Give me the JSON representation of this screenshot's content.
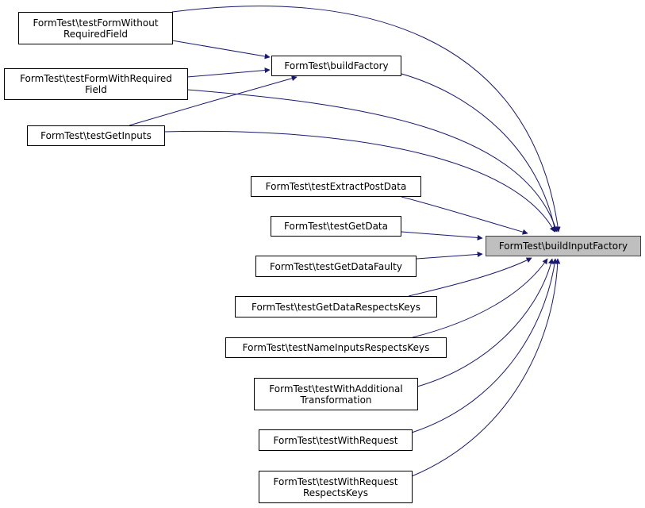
{
  "graph": {
    "title": "Caller graph of FormTest\\buildInputFactory",
    "edge_color": "#191970",
    "target_fill": "#bfbfbf",
    "nodes": [
      {
        "id": "buildInputFactory",
        "label": "FormTest\\buildInputFactory",
        "is_target": true
      },
      {
        "id": "buildFactory",
        "label": "FormTest\\buildFactory"
      },
      {
        "id": "testFormWithoutRequiredField",
        "label": "FormTest\\testFormWithout\nRequiredField"
      },
      {
        "id": "testFormWithRequiredField",
        "label": "FormTest\\testFormWithRequired\nField"
      },
      {
        "id": "testGetInputs",
        "label": "FormTest\\testGetInputs"
      },
      {
        "id": "testExtractPostData",
        "label": "FormTest\\testExtractPostData"
      },
      {
        "id": "testGetData",
        "label": "FormTest\\testGetData"
      },
      {
        "id": "testGetDataFaulty",
        "label": "FormTest\\testGetDataFaulty"
      },
      {
        "id": "testGetDataRespectsKeys",
        "label": "FormTest\\testGetDataRespectsKeys"
      },
      {
        "id": "testNameInputsRespectsKeys",
        "label": "FormTest\\testNameInputsRespectsKeys"
      },
      {
        "id": "testWithAdditionalTransformation",
        "label": "FormTest\\testWithAdditional\nTransformation"
      },
      {
        "id": "testWithRequest",
        "label": "FormTest\\testWithRequest"
      },
      {
        "id": "testWithRequestRespectsKeys",
        "label": "FormTest\\testWithRequest\nRespectsKeys"
      }
    ],
    "edges": [
      {
        "from": "buildFactory",
        "to": "buildInputFactory"
      },
      {
        "from": "testFormWithoutRequiredField",
        "to": "buildFactory"
      },
      {
        "from": "testFormWithoutRequiredField",
        "to": "buildInputFactory"
      },
      {
        "from": "testFormWithRequiredField",
        "to": "buildFactory"
      },
      {
        "from": "testFormWithRequiredField",
        "to": "buildInputFactory"
      },
      {
        "from": "testGetInputs",
        "to": "buildFactory"
      },
      {
        "from": "testGetInputs",
        "to": "buildInputFactory"
      },
      {
        "from": "testExtractPostData",
        "to": "buildInputFactory"
      },
      {
        "from": "testGetData",
        "to": "buildInputFactory"
      },
      {
        "from": "testGetDataFaulty",
        "to": "buildInputFactory"
      },
      {
        "from": "testGetDataRespectsKeys",
        "to": "buildInputFactory"
      },
      {
        "from": "testNameInputsRespectsKeys",
        "to": "buildInputFactory"
      },
      {
        "from": "testWithAdditionalTransformation",
        "to": "buildInputFactory"
      },
      {
        "from": "testWithRequest",
        "to": "buildInputFactory"
      },
      {
        "from": "testWithRequestRespectsKeys",
        "to": "buildInputFactory"
      }
    ]
  }
}
